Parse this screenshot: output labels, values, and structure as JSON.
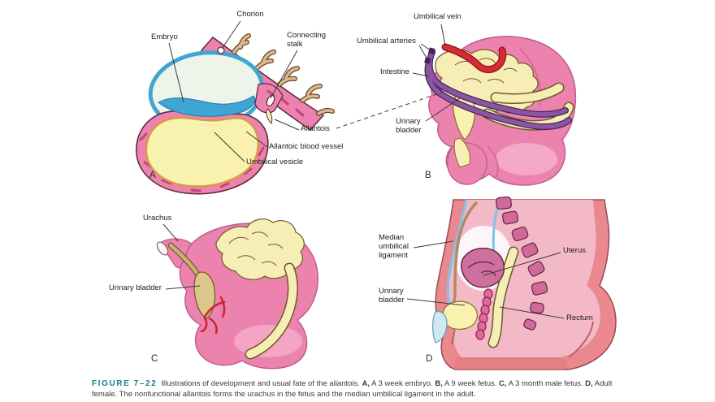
{
  "panels": {
    "A": {
      "letter": "A",
      "labels": {
        "chorion": "Chorion",
        "embryo": "Embryo",
        "connecting_stalk": "Connecting stalk",
        "allantois": "Allantois",
        "allantoic_blood_vessel": "Allantoic blood vessel",
        "umbilical_vesicle": "Umbilical vesicle"
      }
    },
    "B": {
      "letter": "B",
      "labels": {
        "umbilical_vein": "Umbilical vein",
        "umbilical_arteries": "Umbilical arteries",
        "intestine": "Intestine",
        "urinary_bladder": "Urinary bladder"
      }
    },
    "C": {
      "letter": "C",
      "labels": {
        "urachus": "Urachus",
        "urinary_bladder": "Urinary bladder"
      }
    },
    "D": {
      "letter": "D",
      "labels": {
        "median_umbilical_ligament": "Median umbilical ligament",
        "uterus": "Uterus",
        "urinary_bladder": "Urinary bladder",
        "rectum": "Rectum"
      }
    }
  },
  "caption": {
    "figure_label": "FIGURE 7–22",
    "segments": [
      {
        "text": "Illustrations of development and usual fate of the allantois. ",
        "bold": false
      },
      {
        "text": "A,",
        "bold": true
      },
      {
        "text": " A 3 week embryo. ",
        "bold": false
      },
      {
        "text": "B,",
        "bold": true
      },
      {
        "text": " A 9 week fetus. ",
        "bold": false
      },
      {
        "text": "C,",
        "bold": true
      },
      {
        "text": " A 3 month male fetus. ",
        "bold": false
      },
      {
        "text": "D,",
        "bold": true
      },
      {
        "text": " Adult female. The nonfunctional allantois forms the urachus in the fetus and the median umbilical ligament in the adult.",
        "bold": false
      }
    ]
  },
  "colors": {
    "pink": "#ec83ae",
    "dark_pink_dash": "#c2467e",
    "cream": "#f6eeb4",
    "yellow_vesicle": "#f8f2ae",
    "amnion_blue": "#3fa6d4",
    "villi_tan": "#d9ba8c",
    "umbilical_vein_red": "#d42b35",
    "umbilical_artery_purple": "#8a56a0",
    "adult_body_salmon": "#e9898d",
    "adult_inner_pink": "#f3b9c7",
    "vertebra_pink": "#d06a9a",
    "ligament_brown": "#b08a62",
    "peritoneum_blue": "#7fc4e8",
    "caption_teal": "#177f8e"
  }
}
